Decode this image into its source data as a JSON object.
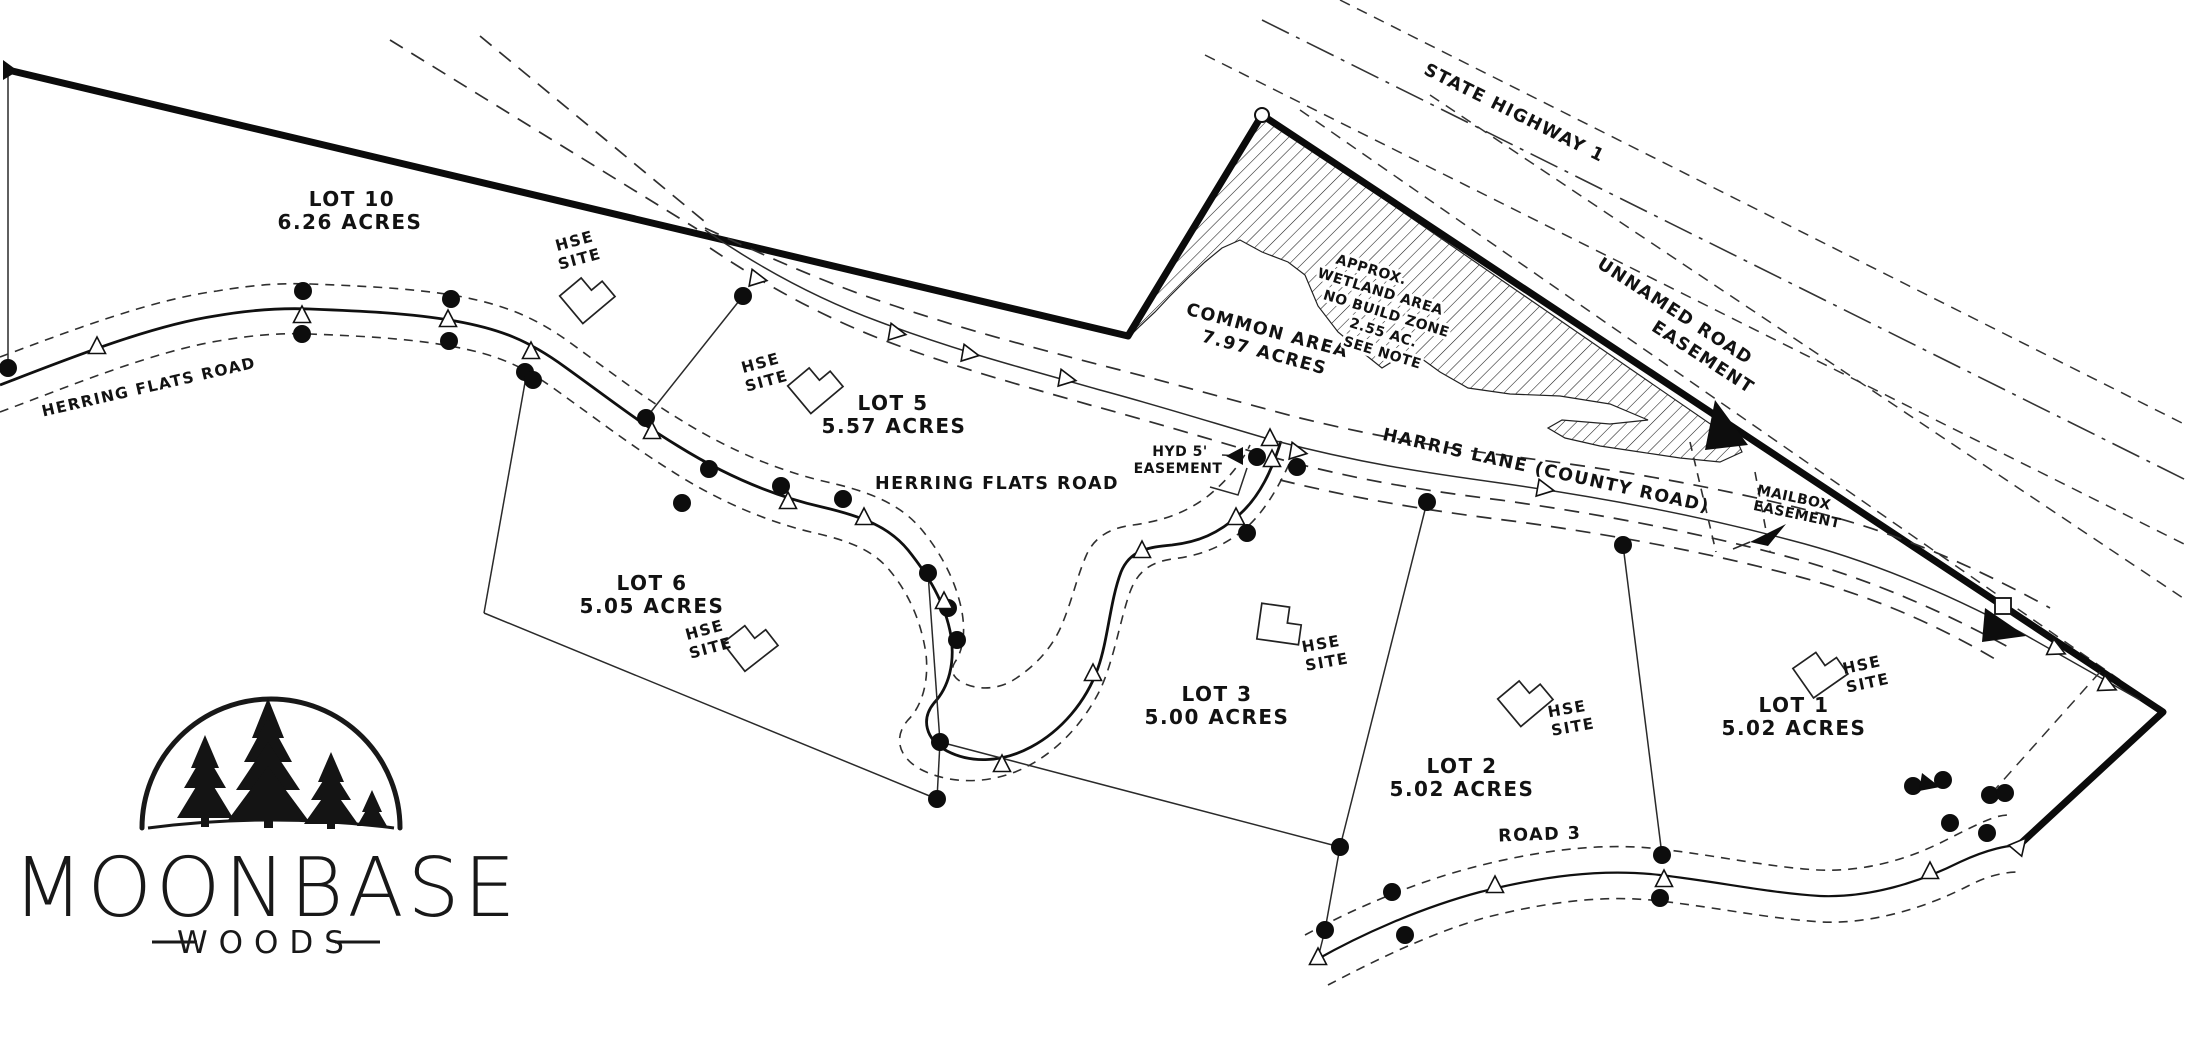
{
  "logo": {
    "title": "MOONBASE",
    "subtitle": "WOODS"
  },
  "lots": [
    {
      "name": "LOT 10",
      "acres": "6.26 ACRES"
    },
    {
      "name": "LOT 5",
      "acres": "5.57 ACRES"
    },
    {
      "name": "LOT 6",
      "acres": "5.05 ACRES"
    },
    {
      "name": "LOT 3",
      "acres": "5.00 ACRES"
    },
    {
      "name": "LOT 2",
      "acres": "5.02 ACRES"
    },
    {
      "name": "LOT 1",
      "acres": "5.02 ACRES"
    }
  ],
  "roads": {
    "herring_flats_left": "HERRING FLATS ROAD",
    "herring_flats_center": "HERRING FLATS ROAD",
    "harris_lane": "HARRIS LANE (COUNTY ROAD)",
    "state_highway": "STATE HIGHWAY 1",
    "unnamed_road_line1": "UNNAMED ROAD",
    "unnamed_road_line2": "EASEMENT",
    "road_3": "ROAD 3"
  },
  "areas": {
    "common_line1": "COMMON AREA",
    "common_line2": "7.97 ACRES",
    "wetland_line1": "APPROX.",
    "wetland_line2": "WETLAND AREA",
    "wetland_line3": "NO BUILD ZONE",
    "wetland_line4": "2.55 AC.",
    "wetland_line5": "SEE NOTE"
  },
  "easements": {
    "hyd_line1": "HYD 5'",
    "hyd_line2": "EASEMENT",
    "mailbox_line1": "MAILBOX",
    "mailbox_line2": "EASEMENT"
  },
  "markers": {
    "hse_line1": "HSE",
    "hse_line2": "SITE"
  },
  "colors": {
    "ink": "#111111",
    "background": "#ffffff"
  }
}
